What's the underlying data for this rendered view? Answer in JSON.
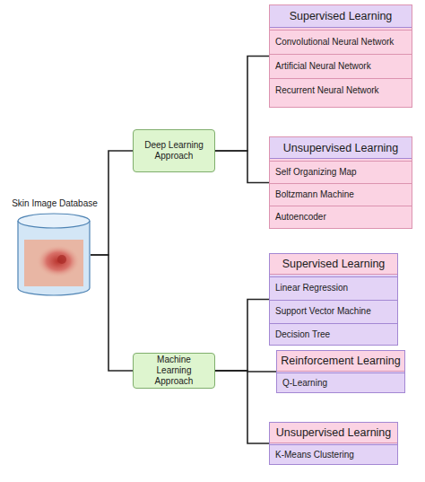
{
  "diagram": {
    "nodes": [
      {
        "text": [
          "Skin Image Database"
        ]
      },
      {
        "text": [
          "Deep Learning Approach"
        ]
      },
      {
        "text": [
          "Machine Learning Approach"
        ]
      },
      {
        "text": [
          "Supervised Learning"
        ]
      },
      {
        "text": [
          "Convolutional Neural Network"
        ],
        "in": 3
      },
      {
        "text": [
          "Artificial Neural Network"
        ],
        "in": 3
      },
      {
        "text": [
          "Recurrent Neural Network"
        ],
        "in": 3
      },
      {
        "text": [
          "Unsupervised Learning"
        ]
      },
      {
        "text": [
          "Self Organizing Map"
        ],
        "in": 7
      },
      {
        "text": [
          "Boltzmann Machine"
        ],
        "in": 7
      },
      {
        "text": [
          "Autoencoder"
        ],
        "in": 7
      },
      {
        "text": [
          "Supervised Learning"
        ]
      },
      {
        "text": [
          "Linear Regression"
        ],
        "in": 11
      },
      {
        "text": [
          "Support Vector Machine"
        ],
        "in": 11
      },
      {
        "text": [
          "Decision Tree"
        ],
        "in": 11
      },
      {
        "text": [
          "Reinforcement Learning"
        ]
      },
      {
        "text": [
          "Q-Learning"
        ],
        "in": 15
      },
      {
        "text": [
          "Unsupervised Learning"
        ]
      },
      {
        "text": [
          "K-Means Clustering"
        ],
        "in": 17
      }
    ],
    "edges": [
      {
        "from": 0,
        "to": 1,
        "arrow": "none"
      },
      {
        "from": 0,
        "to": 2,
        "arrow": "none"
      },
      {
        "from": 1,
        "to": 3,
        "arrow": "none"
      },
      {
        "from": 1,
        "to": 7,
        "arrow": "none"
      },
      {
        "from": 2,
        "to": 11,
        "arrow": "none"
      },
      {
        "from": 2,
        "to": 15,
        "arrow": "none"
      },
      {
        "from": 2,
        "to": 17,
        "arrow": "none"
      }
    ]
  }
}
